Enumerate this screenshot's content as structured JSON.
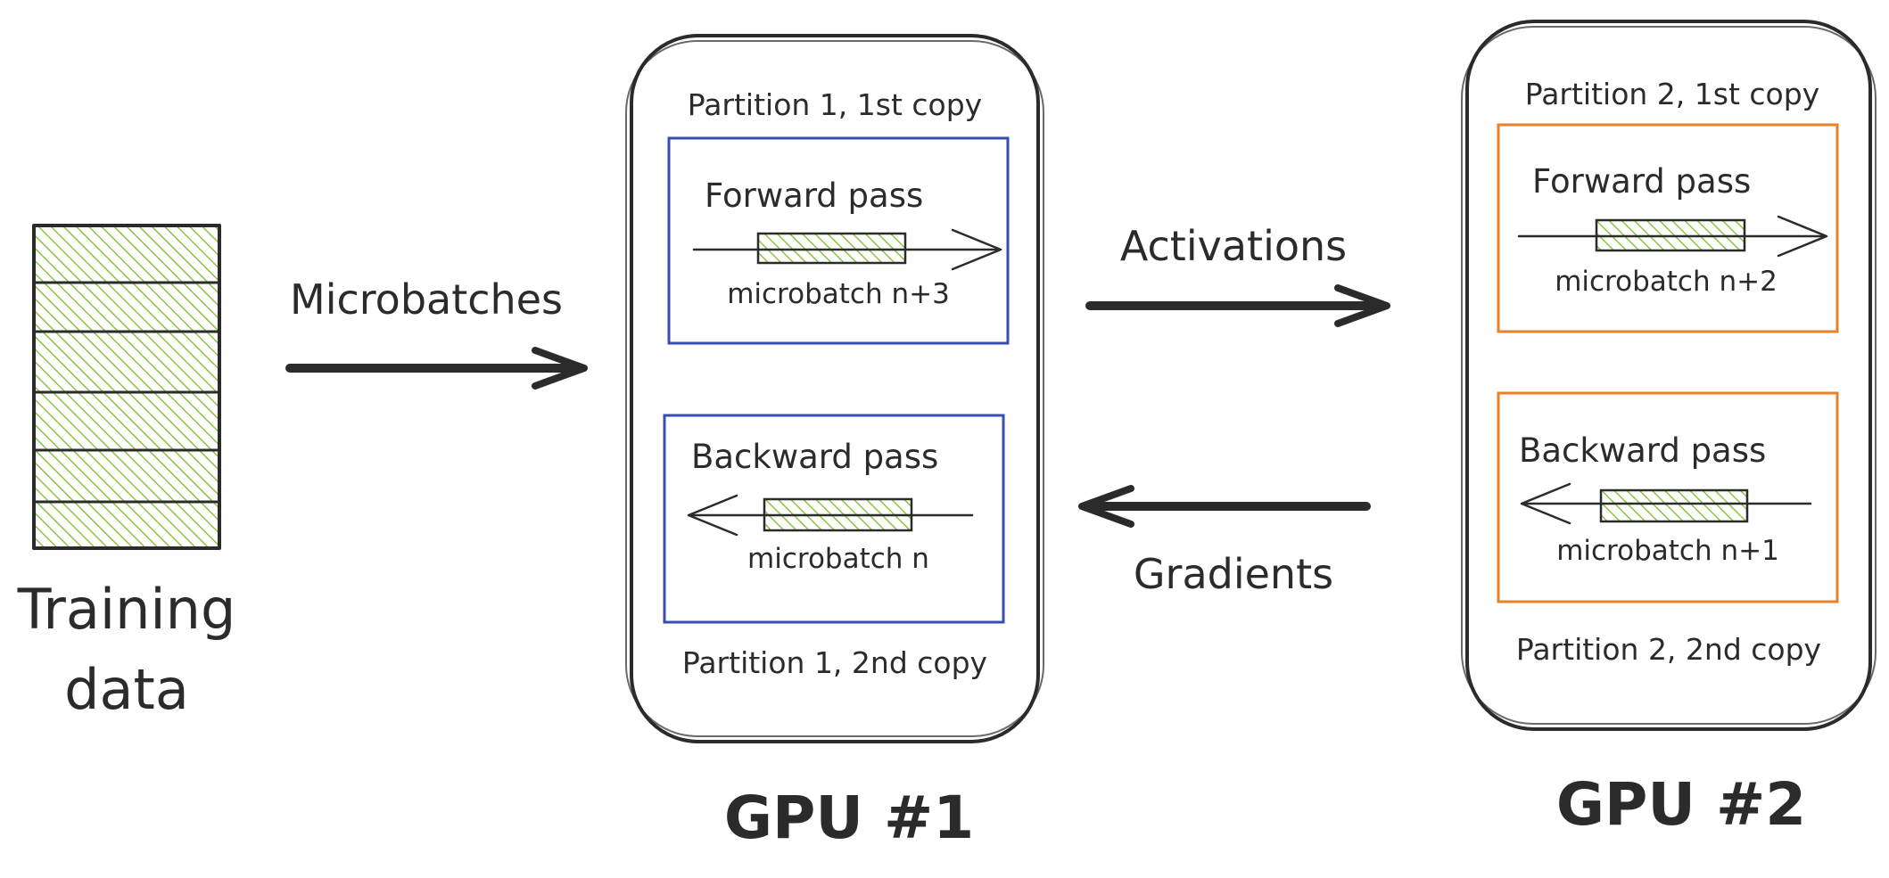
{
  "training_data": {
    "label_line1": "Training",
    "label_line2": "data",
    "fill_color": "#8cc63f"
  },
  "arrows": {
    "microbatches": "Microbatches",
    "activations": "Activations",
    "gradients": "Gradients"
  },
  "gpu1": {
    "name": "GPU #1",
    "partition_top": "Partition 1, 1st copy",
    "partition_bottom": "Partition 1, 2nd copy",
    "accent_color": "#3b4db0",
    "forward": {
      "title": "Forward pass",
      "microbatch": "microbatch n+3"
    },
    "backward": {
      "title": "Backward pass",
      "microbatch": "microbatch n"
    }
  },
  "gpu2": {
    "name": "GPU #2",
    "partition_top": "Partition 2, 1st copy",
    "partition_bottom": "Partition 2, 2nd copy",
    "accent_color": "#e8822a",
    "forward": {
      "title": "Forward pass",
      "microbatch": "microbatch n+2"
    },
    "backward": {
      "title": "Backward pass",
      "microbatch": "microbatch n+1"
    }
  }
}
